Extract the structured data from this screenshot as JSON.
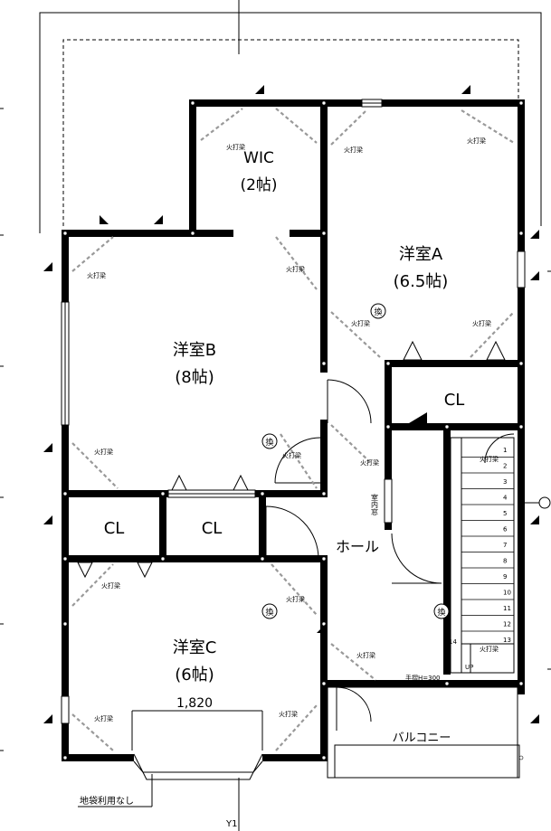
{
  "rooms": {
    "wic_name": "WIC",
    "wic_size": "(2帖)",
    "room_a_name": "洋室A",
    "room_a_size": "(6.5帖)",
    "room_b_name": "洋室B",
    "room_b_size": "(8帖)",
    "room_c_name": "洋室C",
    "room_c_size": "(6帖)",
    "cl_a": "CL",
    "cl_b1": "CL",
    "cl_b2": "CL",
    "hall": "ホール",
    "balcony": "バルコニー"
  },
  "annotations": {
    "hiuchi": "火打梁",
    "dimension": "1,820",
    "bay_note": "地袋利用なし",
    "grid_label": "Y1",
    "room_vent": "室内窓",
    "stair_note": "手摺H=300",
    "stair_up": "UP",
    "vent_mark": "換"
  },
  "stair_steps": [
    "1",
    "2",
    "3",
    "4",
    "5",
    "6",
    "7",
    "8",
    "9",
    "10",
    "11",
    "12",
    "13",
    "14"
  ]
}
